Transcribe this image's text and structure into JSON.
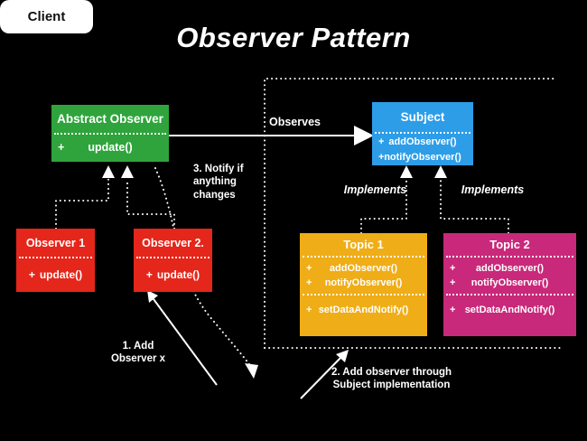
{
  "title": "Observer Pattern",
  "colors": {
    "background": "#000000",
    "abstract_observer": "#2fa43c",
    "subject": "#2d9de8",
    "observer": "#e5261b",
    "topic1": "#efad17",
    "topic2": "#c9297a",
    "client_bg": "#ffffff",
    "line": "#ffffff"
  },
  "plus": "+",
  "boxes": {
    "abstract_observer": {
      "title": "Abstract Observer",
      "method": "update()"
    },
    "subject": {
      "title": "Subject",
      "methods": [
        "addObserver()",
        "notifyObserver()"
      ]
    },
    "observer1": {
      "title": "Observer 1",
      "method": "update()"
    },
    "observer2": {
      "title": "Observer 2.",
      "method": "update()"
    },
    "topic1": {
      "title": "Topic 1",
      "methods": [
        "addObserver()",
        "notifyObserver()"
      ],
      "method_extra": "setDataAndNotify()"
    },
    "topic2": {
      "title": "Topic 2",
      "methods": [
        "addObserver()",
        "notifyObserver()"
      ],
      "method_extra": "setDataAndNotify()"
    },
    "client": {
      "title": "Client"
    }
  },
  "labels": {
    "observes": "Observes",
    "implements_left": "Implements",
    "implements_right": "Implements",
    "notify_line1": "3. Notify if",
    "notify_line2": "anything",
    "notify_line3": "changes",
    "add_line1": "1. Add",
    "add_line2": "Observer x",
    "through_line1": "2. Add observer through",
    "through_line2": "Subject implementation"
  }
}
